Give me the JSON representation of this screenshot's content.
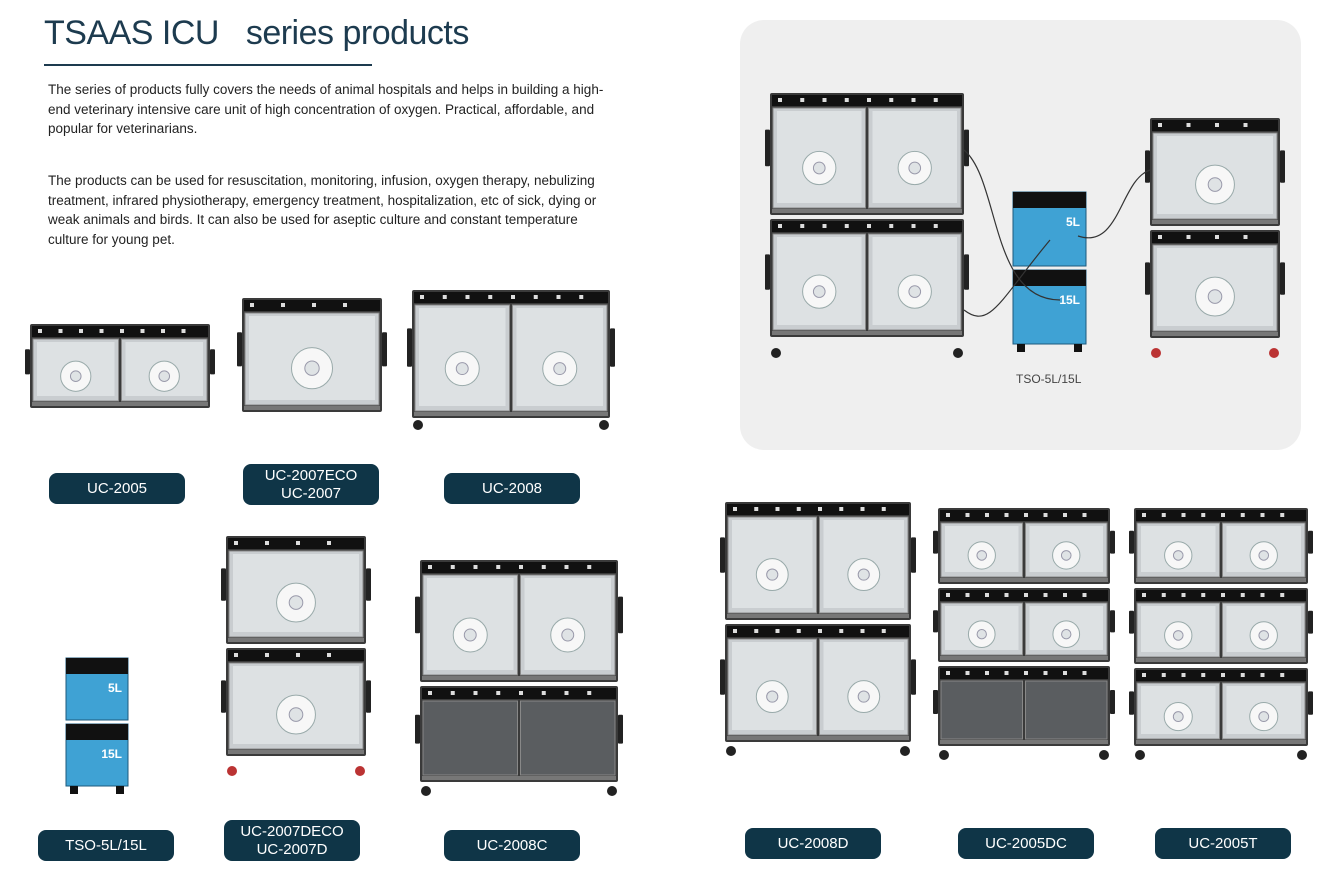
{
  "header": {
    "title": "TSAAS ICU   series products"
  },
  "intro": {
    "paragraph1": "The series of products fully covers the needs of animal hospitals and helps in building a high-end veterinary intensive care unit of high concentration of oxygen. Practical, affordable, and popular for veterinarians.",
    "paragraph2": "The products can be used for resuscitation, monitoring, infusion, oxygen therapy, nebulizing treatment, infrared physiotherapy, emergency treatment, hospitalization, etc of sick, dying or weak animals and birds. It can also be used for aseptic culture and constant temperature culture for young pet."
  },
  "setup_panel": {
    "caption": "TSO-5L/15L",
    "concentrator_small": "5L",
    "concentrator_large": "15L"
  },
  "products": [
    {
      "line1": "UC-2005",
      "line2": ""
    },
    {
      "line1": "UC-2007ECO",
      "line2": "UC-2007"
    },
    {
      "line1": "UC-2008",
      "line2": ""
    },
    {
      "line1": "TSO-5L/15L",
      "line2": ""
    },
    {
      "line1": "UC-2007DECO",
      "line2": "UC-2007D"
    },
    {
      "line1": "UC-2008C",
      "line2": ""
    },
    {
      "line1": "UC-2008D",
      "line2": ""
    },
    {
      "line1": "UC-2005DC",
      "line2": ""
    },
    {
      "line1": "UC-2005T",
      "line2": ""
    }
  ],
  "concentrator_labels": {
    "small": "5L",
    "large": "15L"
  },
  "colors": {
    "label_bg": "#0f3547",
    "title": "#1d3b4f",
    "panel_bg": "#efefef",
    "concentrator_blue": "#3fa2d4",
    "cabinet_frame": "#2b2b2b",
    "cabinet_glass": "#cfd3d6"
  }
}
